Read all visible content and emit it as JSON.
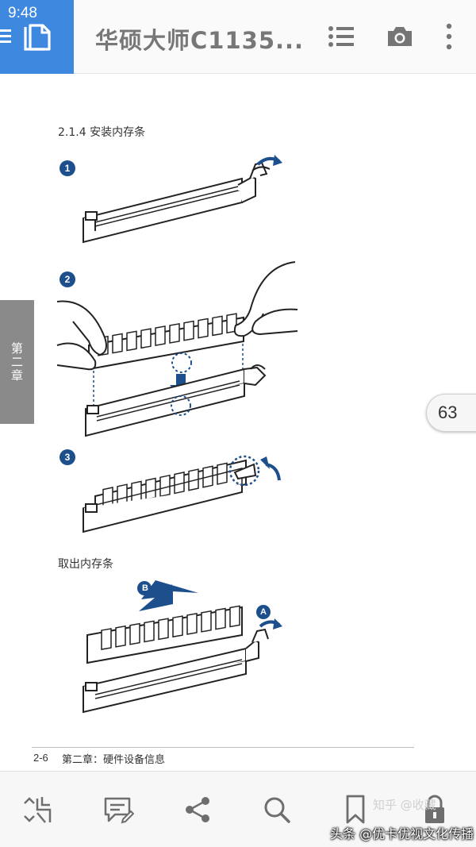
{
  "status_bar": {
    "time": "9:48"
  },
  "header": {
    "doc_title": "华硕大师C1135...",
    "buttons": [
      "list-icon",
      "camera-icon",
      "more-vertical-icon"
    ]
  },
  "page": {
    "section_title": "2.1.4 安装内存条",
    "steps": [
      "1",
      "2",
      "3"
    ],
    "remove_title": "取出内存条",
    "remove_labels": {
      "a": "A",
      "b": "B"
    },
    "side_tab": "第二章",
    "page_number": "63",
    "footer_page": "2-6",
    "footer_chapter": "第二章：硬件设备信息"
  },
  "toolbar": {
    "buttons": [
      "crop-icon",
      "comment-icon",
      "share-icon",
      "search-icon",
      "bookmark-icon",
      "lock-icon"
    ]
  },
  "watermark": "知乎 @收藏",
  "credit": "头条 @优卡优视文化传播",
  "colors": {
    "accent": "#3f88e0",
    "diagram_blue": "#1c4f8c"
  }
}
